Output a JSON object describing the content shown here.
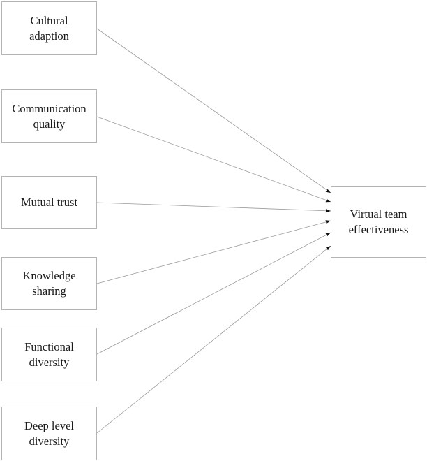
{
  "sources": [
    {
      "label": "Cultural\nadaption"
    },
    {
      "label": "Communication\nquality"
    },
    {
      "label": "Mutual trust"
    },
    {
      "label": "Knowledge\nsharing"
    },
    {
      "label": "Functional\ndiversity"
    },
    {
      "label": "Deep level\ndiversity"
    }
  ],
  "target": {
    "label": "Virtual team\neffectiveness"
  },
  "edges": [
    {
      "from": "sources.0",
      "to": "target"
    },
    {
      "from": "sources.1",
      "to": "target"
    },
    {
      "from": "sources.2",
      "to": "target"
    },
    {
      "from": "sources.3",
      "to": "target"
    },
    {
      "from": "sources.4",
      "to": "target"
    },
    {
      "from": "sources.5",
      "to": "target"
    }
  ]
}
